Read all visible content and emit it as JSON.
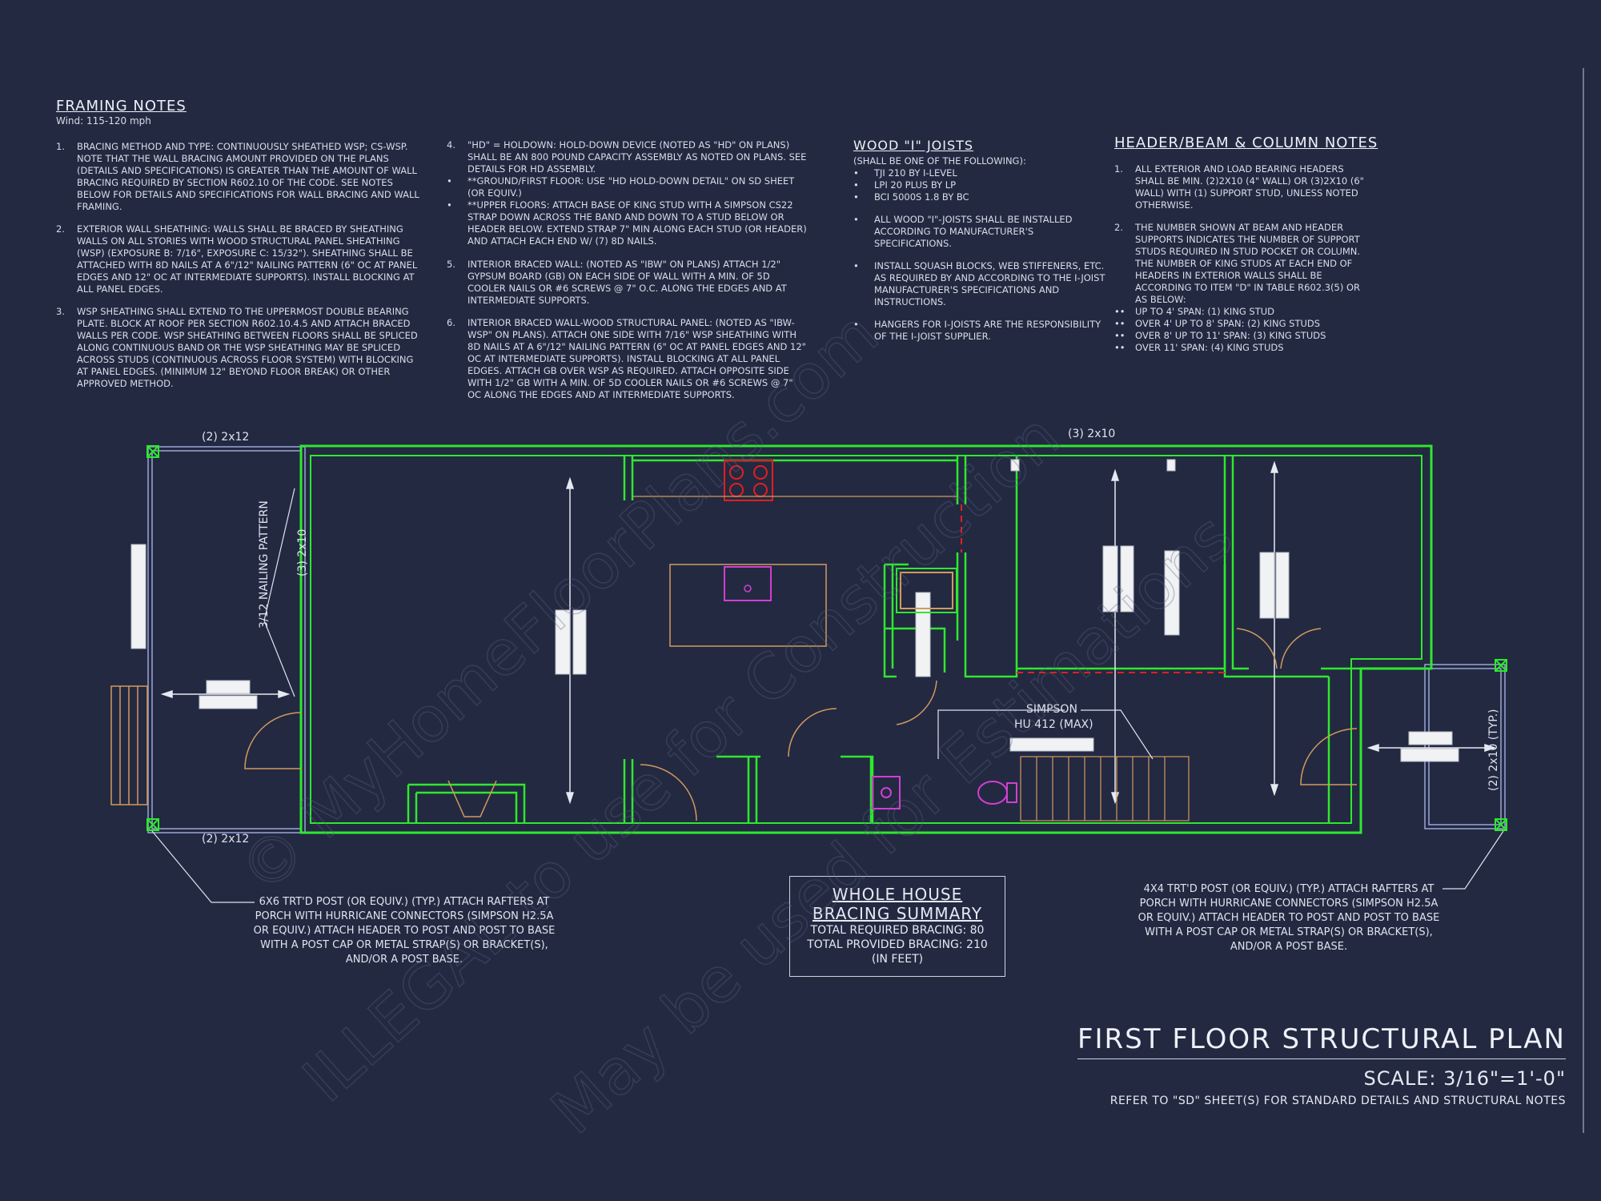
{
  "framing": {
    "title": "FRAMING NOTES",
    "wind": "Wind: 115-120 mph",
    "col1": [
      {
        "n": "1.",
        "t": "BRACING METHOD AND TYPE: CONTINUOUSLY SHEATHED WSP; CS-WSP. NOTE THAT THE WALL BRACING AMOUNT PROVIDED ON THE PLANS (DETAILS AND SPECIFICATIONS) IS GREATER THAN THE AMOUNT OF WALL BRACING REQUIRED BY SECTION R602.10 OF THE CODE. SEE NOTES BELOW FOR DETAILS AND SPECIFICATIONS FOR WALL BRACING AND WALL FRAMING."
      },
      {
        "n": "2.",
        "t": "EXTERIOR WALL SHEATHING: WALLS SHALL BE BRACED BY SHEATHING WALLS ON ALL STORIES WITH WOOD STRUCTURAL PANEL SHEATHING (WSP) (EXPOSURE B: 7/16\", EXPOSURE C: 15/32\"). SHEATHING SHALL BE ATTACHED WITH 8d NAILS AT A 6\"/12\" NAILING PATTERN (6\" OC AT PANEL EDGES AND 12\" OC AT INTERMEDIATE SUPPORTS). INSTALL BLOCKING AT ALL PANEL EDGES."
      },
      {
        "n": "3.",
        "t": "WSP SHEATHING SHALL EXTEND TO THE UPPERMOST DOUBLE BEARING PLATE. BLOCK AT ROOF PER SECTION R602.10.4.5 AND ATTACH BRACED WALLS PER CODE. WSP SHEATHING BETWEEN FLOORS SHALL BE SPLICED ALONG CONTINUOUS BAND OR THE WSP SHEATHING MAY BE SPLICED ACROSS STUDS (CONTINUOUS ACROSS FLOOR SYSTEM) WITH BLOCKING AT PANEL EDGES. (MINIMUM 12\" BEYOND FLOOR BREAK) OR OTHER APPROVED METHOD."
      }
    ],
    "col2": [
      {
        "n": "4.",
        "t": "\"HD\" = HOLDOWN: HOLD-DOWN DEVICE (NOTED AS \"HD\" ON PLANS) SHALL BE AN 800 POUND CAPACITY ASSEMBLY AS NOTED ON PLANS. SEE DETAILS FOR HD ASSEMBLY."
      },
      {
        "n": "•",
        "t": "**GROUND/FIRST FLOOR: USE \"HD HOLD-DOWN DETAIL\" ON SD SHEET (OR EQUIV.)"
      },
      {
        "n": "•",
        "t": "**UPPER FLOORS: ATTACH BASE OF KING STUD WITH A SIMPSON CS22 STRAP DOWN ACROSS THE BAND AND DOWN TO A STUD BELOW OR HEADER BELOW. EXTEND STRAP 7\" MIN ALONG EACH STUD (OR HEADER) AND ATTACH EACH END W/ (7) 8d NAILS."
      },
      {
        "n": "5.",
        "t": "INTERIOR BRACED WALL: (NOTED AS \"IBW\" ON PLANS) ATTACH 1/2\" GYPSUM BOARD (GB) ON EACH SIDE OF WALL WITH A MIN. OF 5d COOLER NAILS OR #6 SCREWS @ 7\" O.C. ALONG THE EDGES AND AT INTERMEDIATE SUPPORTS."
      },
      {
        "n": "6.",
        "t": "INTERIOR BRACED WALL-WOOD STRUCTURAL PANEL: (NOTED AS \"IBW-WSP\" ON PLANS). ATTACH ONE SIDE WITH 7/16\" WSP SHEATHING WITH 8d NAILS AT A 6\"/12\" NAILING PATTERN (6\" OC AT PANEL EDGES AND 12\" OC AT INTERMEDIATE SUPPORTS). INSTALL BLOCKING AT ALL PANEL EDGES. ATTACH GB OVER WSP AS REQUIRED. ATTACH OPPOSITE SIDE WITH 1/2\" GB WITH A MIN. OF 5d COOLER NAILS OR #6 SCREWS @ 7\" OC ALONG THE EDGES AND AT INTERMEDIATE SUPPORTS."
      }
    ]
  },
  "joists": {
    "title": "WOOD \"I\" JOISTS",
    "sub": "(SHALL BE ONE OF THE FOLLOWING):",
    "list": [
      "TJI 210 BY I-LEVEL",
      "LPI 20 PLUS BY LP",
      "BCI 5000s 1.8 BY BC"
    ],
    "notes": [
      "ALL WOOD \"I\"-JOISTS SHALL BE INSTALLED ACCORDING TO MANUFACTURER'S SPECIFICATIONS.",
      "INSTALL SQUASH BLOCKS, WEB STIFFENERS, ETC. AS REQUIRED BY AND ACCORDING TO THE I-JOIST MANUFACTURER'S SPECIFICATIONS AND INSTRUCTIONS.",
      "HANGERS FOR I-JOISTS ARE THE RESPONSIBILITY OF THE I-JOIST SUPPLIER."
    ]
  },
  "header": {
    "title": "HEADER/BEAM & COLUMN NOTES",
    "items": [
      {
        "n": "1.",
        "t": "ALL EXTERIOR AND LOAD BEARING HEADERS SHALL BE MIN. (2)2x10 (4\" WALL) OR (3)2x10 (6\" WALL) WITH (1) SUPPORT STUD, UNLESS NOTED OTHERWISE."
      },
      {
        "n": "2.",
        "t": "THE NUMBER SHOWN AT BEAM AND HEADER SUPPORTS INDICATES THE NUMBER OF SUPPORT STUDS REQUIRED IN STUD POCKET OR COLUMN. THE NUMBER OF KING STUDS AT EACH END OF HEADERS IN EXTERIOR WALLS SHALL BE ACCORDING TO ITEM \"d\" IN TABLE R602.3(5) OR AS BELOW:"
      }
    ],
    "bullets": [
      "UP TO 4' SPAN: (1) KING STUD",
      "OVER 4' UP TO 8' SPAN: (2) KING STUDS",
      "OVER 8' UP TO 11' SPAN: (3) KING STUDS",
      "OVER 11' SPAN: (4) KING STUDS"
    ]
  },
  "plan": {
    "label_top_left": "(2) 2x12",
    "label_bottom_left": "(2) 2x12",
    "label_top_right": "(3) 2x10",
    "label_left_vertical": "(3) 2x10",
    "label_nailing": "3/12 NAILING PATTERN",
    "label_right_vertical": "(2) 2x10 (TYP.)",
    "simpson": "SIMPSON",
    "simpson_2": "HU 412 (MAX)"
  },
  "callouts": {
    "left": "6x6 TRT'D POST (OR EQUIV.) (TYP.) ATTACH RAFTERS AT PORCH WITH HURRICANE CONNECTORS (SIMPSON H2.5A OR EQUIV.) ATTACH HEADER TO POST AND POST TO BASE WITH A POST CAP OR METAL STRAP(S) OR BRACKET(S), AND/OR A POST BASE.",
    "right": "4x4 TRT'D POST (OR EQUIV.) (TYP.) ATTACH RAFTERS AT PORCH WITH HURRICANE CONNECTORS (SIMPSON H2.5A OR EQUIV.) ATTACH HEADER TO POST AND POST TO BASE WITH A POST CAP OR METAL STRAP(S) OR BRACKET(S), AND/OR A POST BASE."
  },
  "summary": {
    "title1": "WHOLE HOUSE",
    "title2": "BRACING SUMMARY",
    "line1": "TOTAL REQUIRED BRACING: 80",
    "line2": "TOTAL PROVIDED BRACING: 210",
    "line3": "(IN FEET)"
  },
  "titleblock": {
    "title": "FIRST FLOOR STRUCTURAL PLAN",
    "scale": "SCALE: 3/16\"=1'-0\"",
    "refer": "REFER TO \"SD\" SHEET(S) FOR STANDARD DETAILS AND STRUCTURAL NOTES"
  },
  "watermark": {
    "line1": "© MyHomeFloorPlans.com",
    "line2": "ILLEGAL to use for Construction",
    "line3": "May be used for Estimations"
  },
  "colors": {
    "background": "#232941",
    "wall": "#2ee82e",
    "text": "#dfe3ee",
    "porch": "#d29a5e",
    "red": "#e02020",
    "magenta": "#d040d0"
  }
}
